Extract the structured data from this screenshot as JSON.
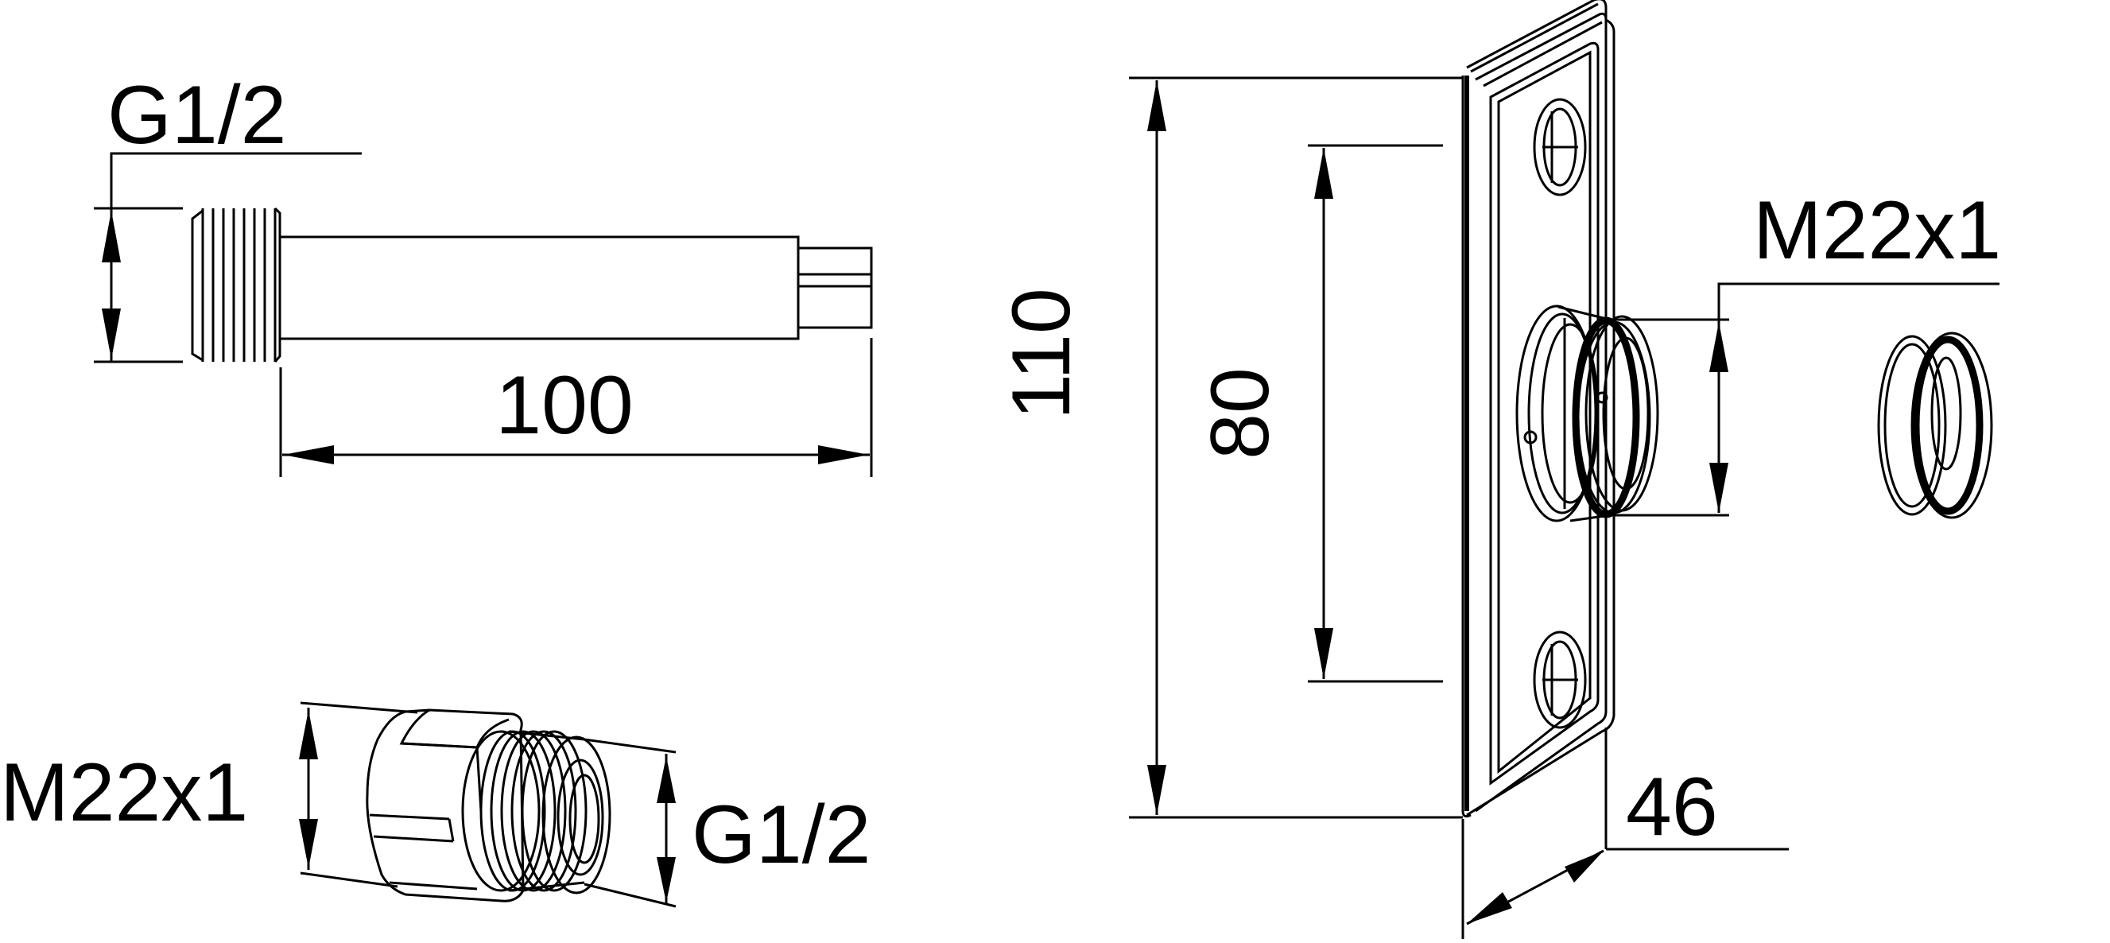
{
  "labels": {
    "pipe_thread": "G1/2",
    "pipe_length": "100",
    "adapter_metric_thread": "M22x1",
    "adapter_pipe_thread": "G1/2",
    "plate_height": "110",
    "hole_spacing": "80",
    "outlet_thread": "M22x1",
    "plate_depth": "46"
  }
}
